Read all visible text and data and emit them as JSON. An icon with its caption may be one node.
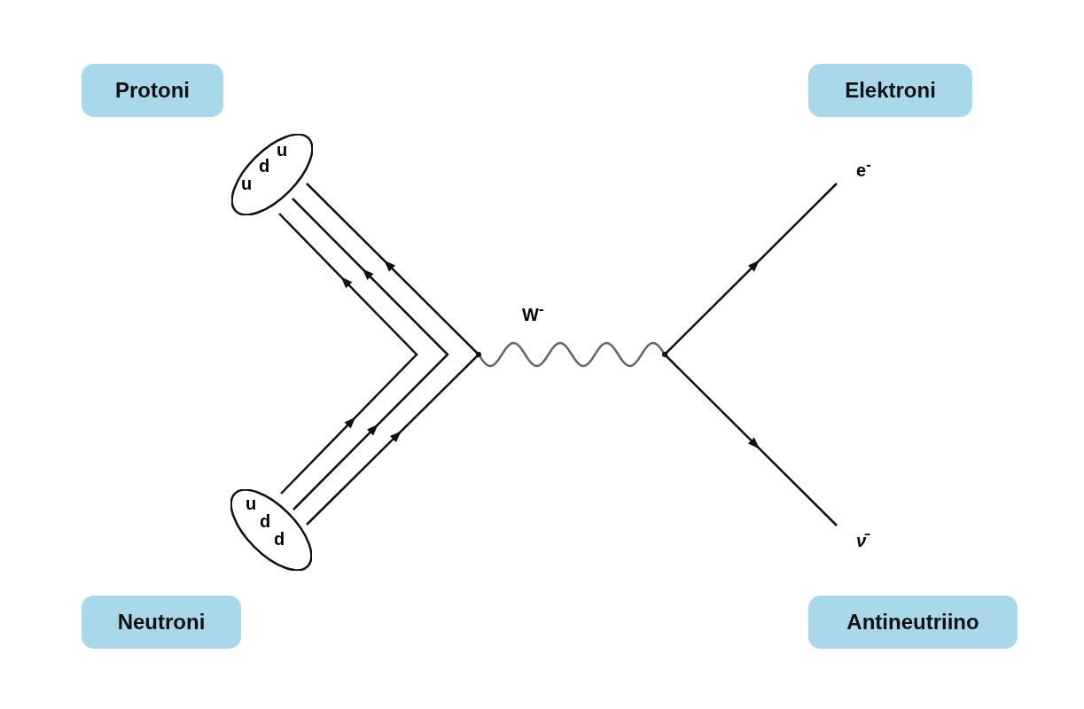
{
  "diagram": {
    "nodes": [
      {
        "text": [
          "Protoni"
        ]
      },
      {
        "text": [
          "Elektroni"
        ]
      },
      {
        "text": [
          "u",
          "d",
          "u"
        ]
      },
      {
        "text": [
          "e$^{-}$"
        ]
      },
      {
        "text": [],
        "shape": "dot"
      },
      {
        "text": [],
        "shape": "dot"
      },
      {
        "text": [
          "u",
          "d",
          "d"
        ]
      },
      {
        "text": [
          "ν̄"
        ]
      },
      {
        "text": [
          "Neutroni"
        ]
      },
      {
        "text": [
          "Antineutriino"
        ]
      }
    ],
    "edges": [
      {
        "from": 6,
        "to": 2,
        "arrow": "to"
      },
      {
        "from": 6,
        "to": 2,
        "arrow": "to"
      },
      {
        "from": 6,
        "to": 4,
        "arrow": "to"
      },
      {
        "from": 4,
        "to": 2,
        "arrow": "to"
      },
      {
        "from": 4,
        "to": 5,
        "arrow": "none",
        "label": "W$^{-}$",
        "color": "#666666"
      },
      {
        "from": 5,
        "to": 3,
        "arrow": "to"
      },
      {
        "from": 5,
        "to": 7,
        "arrow": "to"
      }
    ]
  }
}
